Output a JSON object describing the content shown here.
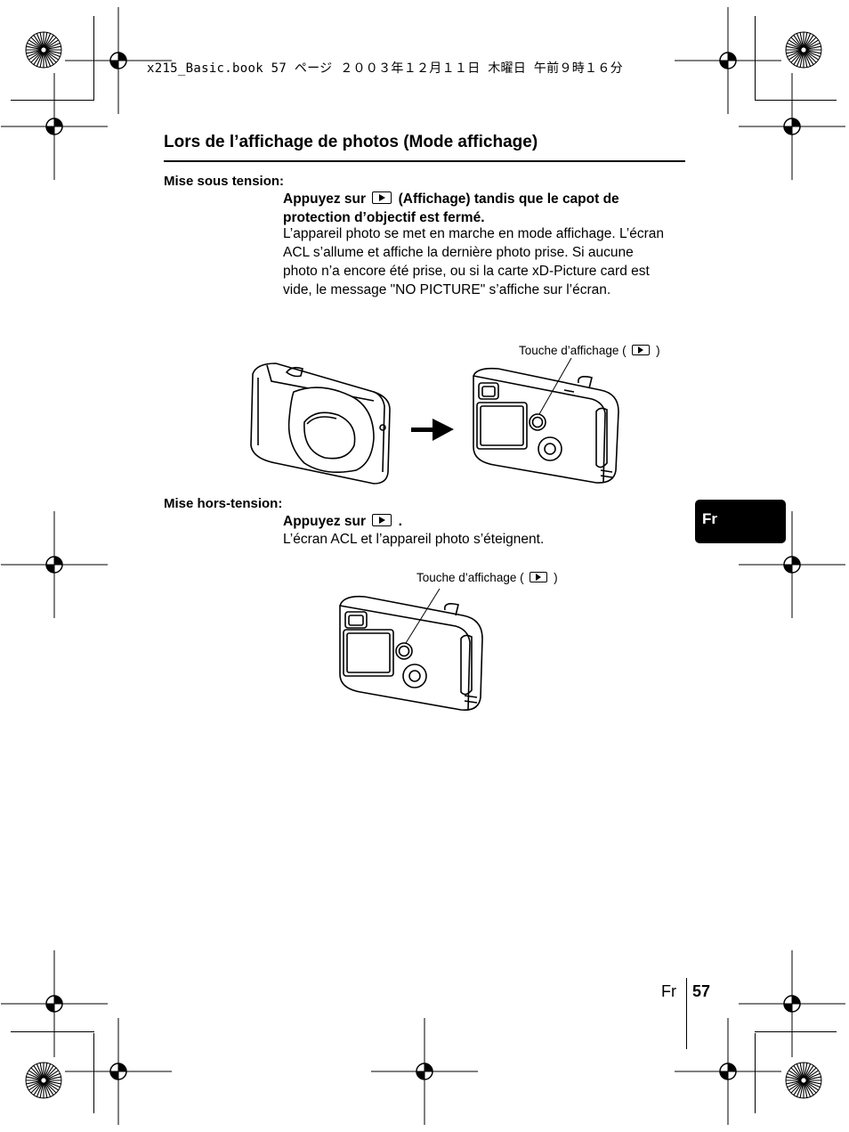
{
  "header_meta": "x215_Basic.book  57 ページ  ２００３年１２月１１日  木曜日  午前９時１６分",
  "section_title": "Lors de l’affichage de photos (Mode affichage)",
  "power_on": {
    "label": "Mise sous tension:",
    "instruction_bold_prefix": "Appuyez sur",
    "instruction_bold_suffix": "(Affichage) tandis que le capot de protection d’objectif est fermé.",
    "description": "L’appareil photo se met en marche en mode affichage. L’écran ACL s’allume et affiche la dernière photo prise. Si aucune photo n’a encore été prise, ou si la carte xD-Picture card est vide, le message \"NO PICTURE\" s’affiche sur l’écran.",
    "callout_label_prefix": "Touche d’affichage (",
    "callout_label_suffix": ")"
  },
  "power_off": {
    "label": "Mise hors-tension:",
    "instruction_bold_prefix": "Appuyez sur",
    "instruction_bold_suffix": ".",
    "description": "L’écran ACL et l’appareil photo s’éteignent.",
    "callout_label_prefix": "Touche d’affichage (",
    "callout_label_suffix": ")"
  },
  "side_tab": "Fr",
  "footer": {
    "lang": "Fr",
    "page_number": "57"
  },
  "icons": [
    "playback-button-icon",
    "arrow-right-icon",
    "registration-mark-icon",
    "starburst-mark-icon"
  ]
}
